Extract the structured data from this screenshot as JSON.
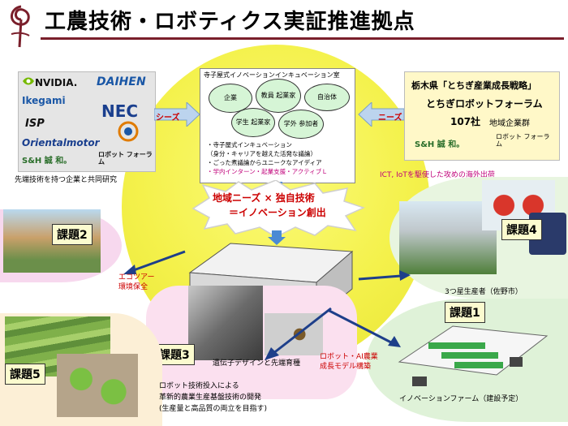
{
  "title": "工農技術・ロボティクス実証推進拠点",
  "colors": {
    "accent": "#7a1f2b",
    "circle": "#f4f14b",
    "red": "#cc0000",
    "pink": "#c0007a",
    "issue_bg": "#fbfbcf"
  },
  "left": {
    "logos": [
      "NVIDIA.",
      "DAIHEN",
      "Ikegami",
      "NEC",
      "ISP",
      "Orientalmotor",
      "S&H 誠 和。",
      "ロボット フォーラム"
    ],
    "caption": "先端技術を持つ企業と共同研究"
  },
  "incubation": {
    "title": "寺子屋式イノベーションインキュベーション室",
    "nodes": [
      "企業",
      "教員 起業家",
      "自治体",
      "学生 起業家",
      "学外 参加者"
    ],
    "list": [
      "・寺子屋式インキュベーション",
      "（身分・キャリアを越えた活発な議論）",
      "・ごった煮議論からユニークなアイディア",
      "・学内インターン・起業支援・アクティブＬ"
    ]
  },
  "right": {
    "heading": "栃木県「とちぎ産業成長戦略」",
    "forum": "とちぎロボットフォーラム",
    "count": "107社",
    "count_sub": "地域企業群",
    "logo1": "S&H 誠 和。",
    "logo2": "ロボット フォーラム",
    "caption": "ICT, IoTを駆使した攻めの海外出荷"
  },
  "arrows": {
    "seeds": "シーズ",
    "needs": "ニーズ"
  },
  "burst": {
    "line1": "地域ニーズ × 独自技術",
    "line2": "＝イノベーション創出"
  },
  "issues": {
    "i1": "課題1",
    "i2": "課題2",
    "i3": "課題3",
    "i4": "課題4",
    "i5": "課題5"
  },
  "captions": {
    "eco1": "エコツアー",
    "eco2": "環境保全",
    "producer": "3つ星生産者（佐野市）",
    "gene": "遺伝子デザインと先端育種",
    "robo1": "ロボット・AI農業",
    "robo2": "成長モデル構築",
    "farm": "イノベーションファーム（建設予定）",
    "dev1": "ロボット技術投入による",
    "dev2": "革新的農業生産基盤技術の開発",
    "dev3": "(生産量と高品質の両立を目指す)"
  }
}
